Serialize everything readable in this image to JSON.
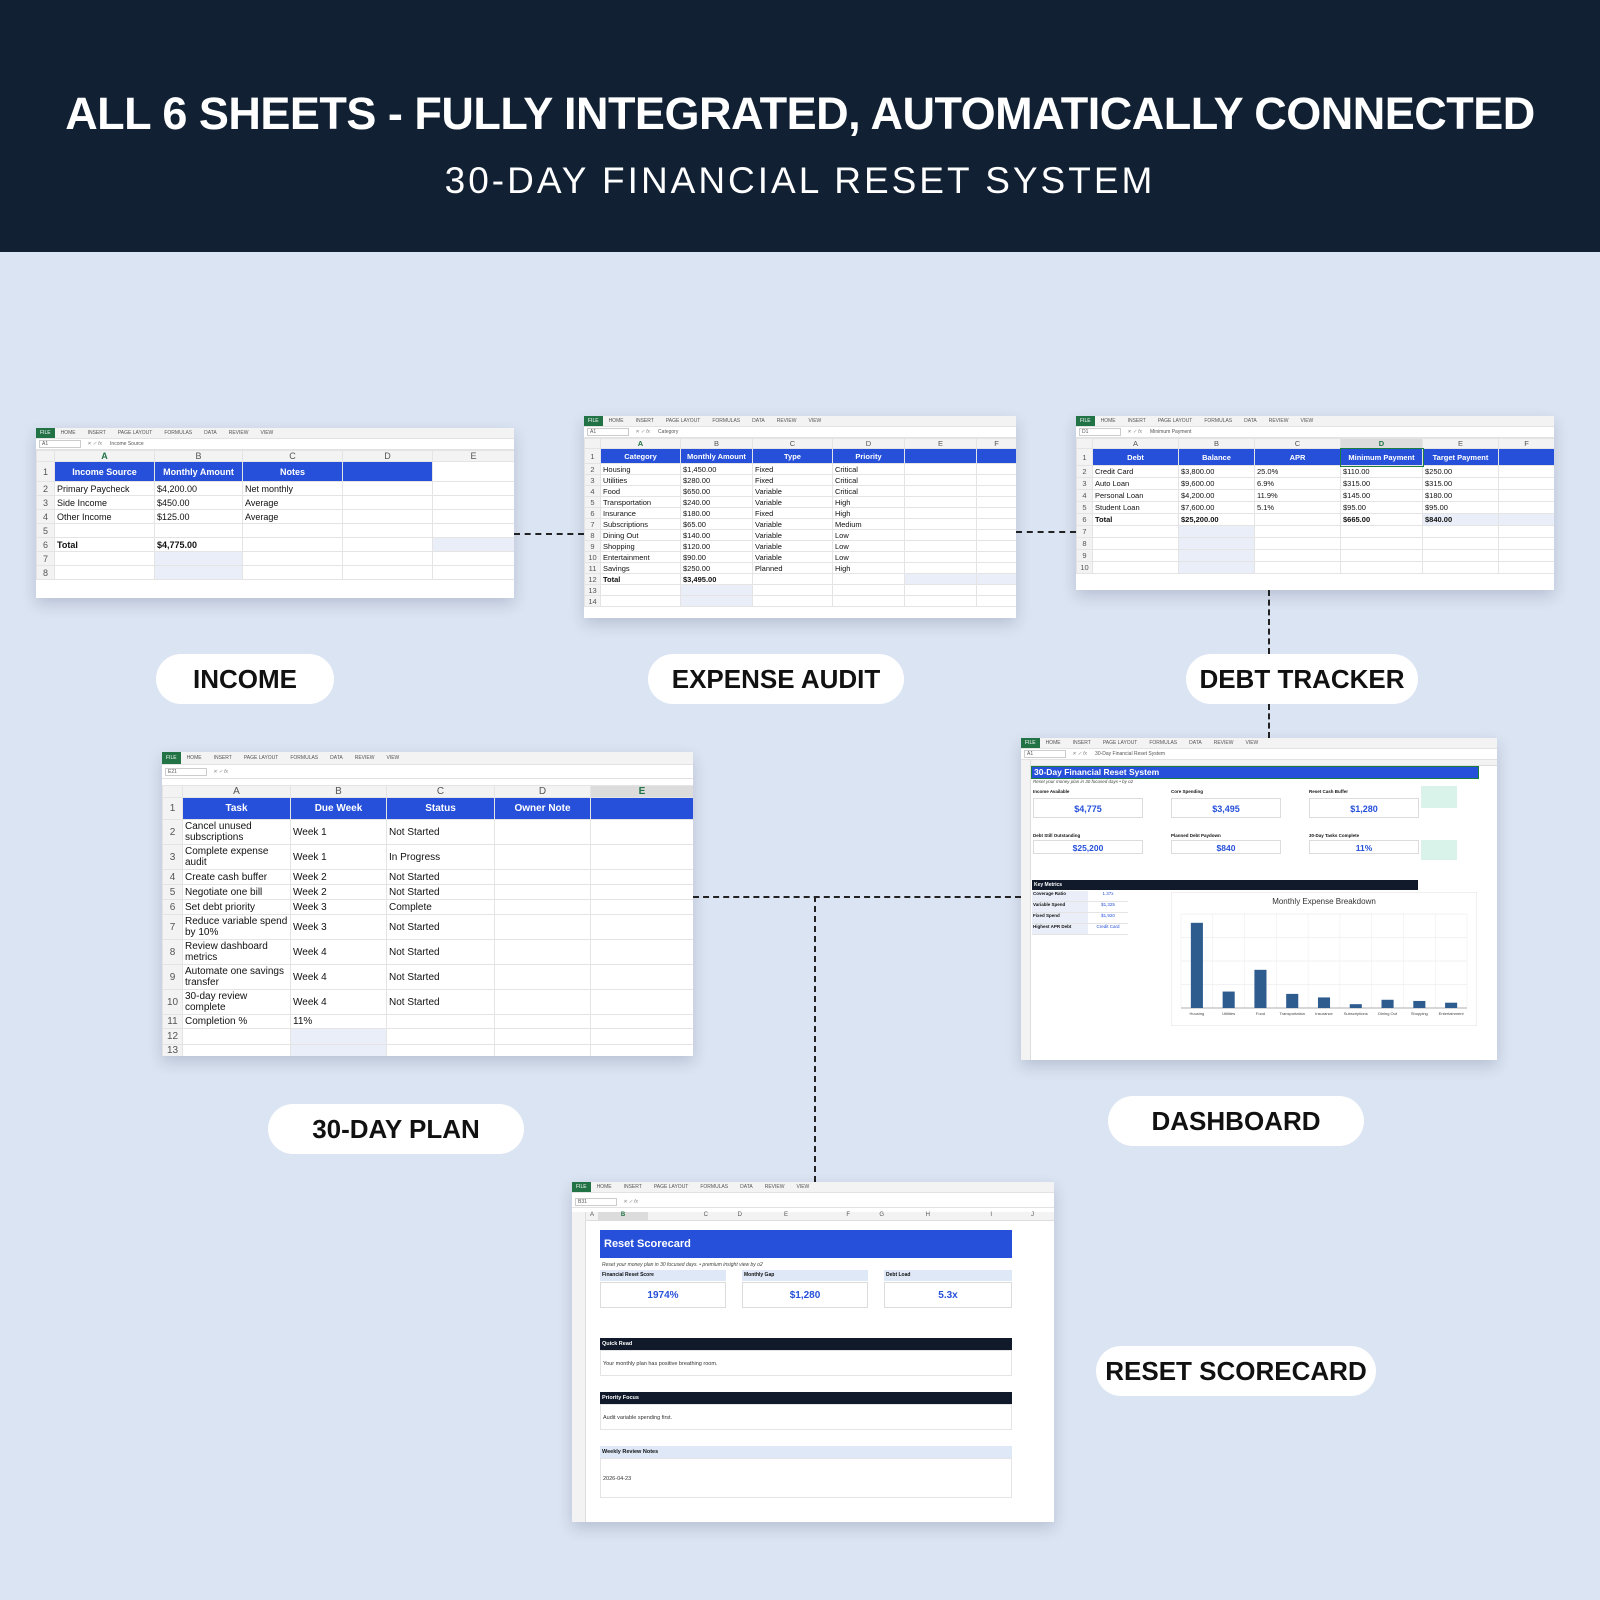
{
  "banner": {
    "title": "ALL 6 SHEETS - FULLY INTEGRATED, AUTOMATICALLY CONNECTED",
    "subtitle": "30-DAY FINANCIAL RESET SYSTEM"
  },
  "ribbon_tabs": [
    "FILE",
    "HOME",
    "INSERT",
    "PAGE LAYOUT",
    "FORMULAS",
    "DATA",
    "REVIEW",
    "VIEW"
  ],
  "labels": {
    "income": "INCOME",
    "expense": "EXPENSE AUDIT",
    "debt": "DEBT TRACKER",
    "plan": "30-DAY PLAN",
    "dashboard": "DASHBOARD",
    "scorecard": "RESET SCORECARD"
  },
  "income_sheet": {
    "name_box": "A1",
    "formula": "Income Source",
    "cols": [
      "A",
      "B",
      "C",
      "D",
      "E"
    ],
    "headers": [
      "Income Source",
      "Monthly Amount",
      "Notes"
    ],
    "rows": [
      [
        "Primary Paycheck",
        "$4,200.00",
        "Net monthly"
      ],
      [
        "Side Income",
        "$450.00",
        "Average"
      ],
      [
        "Other Income",
        "$125.00",
        "Average"
      ],
      [
        "",
        "",
        ""
      ],
      [
        "Total",
        "$4,775.00",
        ""
      ]
    ]
  },
  "expense_sheet": {
    "name_box": "A1",
    "formula": "Category",
    "cols": [
      "A",
      "B",
      "C",
      "D",
      "E",
      "F"
    ],
    "headers": [
      "Category",
      "Monthly Amount",
      "Type",
      "Priority"
    ],
    "rows": [
      [
        "Housing",
        "$1,450.00",
        "Fixed",
        "Critical"
      ],
      [
        "Utilities",
        "$280.00",
        "Fixed",
        "Critical"
      ],
      [
        "Food",
        "$650.00",
        "Variable",
        "Critical"
      ],
      [
        "Transportation",
        "$240.00",
        "Variable",
        "High"
      ],
      [
        "Insurance",
        "$180.00",
        "Fixed",
        "High"
      ],
      [
        "Subscriptions",
        "$65.00",
        "Variable",
        "Medium"
      ],
      [
        "Dining Out",
        "$140.00",
        "Variable",
        "Low"
      ],
      [
        "Shopping",
        "$120.00",
        "Variable",
        "Low"
      ],
      [
        "Entertainment",
        "$90.00",
        "Variable",
        "Low"
      ],
      [
        "Savings",
        "$250.00",
        "Planned",
        "High"
      ],
      [
        "Total",
        "$3,495.00",
        "",
        ""
      ]
    ]
  },
  "debt_sheet": {
    "name_box": "D1",
    "formula": "Minimum Payment",
    "cols": [
      "A",
      "B",
      "C",
      "D",
      "E",
      "F"
    ],
    "headers": [
      "Debt",
      "Balance",
      "APR",
      "Minimum Payment",
      "Target Payment"
    ],
    "rows": [
      [
        "Credit Card",
        "$3,800.00",
        "25.0%",
        "$110.00",
        "$250.00"
      ],
      [
        "Auto Loan",
        "$9,600.00",
        "6.9%",
        "$315.00",
        "$315.00"
      ],
      [
        "Personal Loan",
        "$4,200.00",
        "11.9%",
        "$145.00",
        "$180.00"
      ],
      [
        "Student Loan",
        "$7,600.00",
        "5.1%",
        "$95.00",
        "$95.00"
      ],
      [
        "Total",
        "$25,200.00",
        "",
        "$665.00",
        "$840.00"
      ]
    ]
  },
  "plan_sheet": {
    "name_box": "E21",
    "formula": "",
    "cols": [
      "A",
      "B",
      "C",
      "D",
      "E"
    ],
    "headers": [
      "Task",
      "Due Week",
      "Status",
      "Owner Note"
    ],
    "rows": [
      [
        "Cancel unused subscriptions",
        "Week 1",
        "Not Started"
      ],
      [
        "Complete expense audit",
        "Week 1",
        "In Progress"
      ],
      [
        "Create cash buffer",
        "Week 2",
        "Not Started"
      ],
      [
        "Negotiate one bill",
        "Week 2",
        "Not Started"
      ],
      [
        "Set debt priority",
        "Week 3",
        "Complete"
      ],
      [
        "Reduce variable spend by 10%",
        "Week 3",
        "Not Started"
      ],
      [
        "Review dashboard metrics",
        "Week 4",
        "Not Started"
      ],
      [
        "Automate one savings transfer",
        "Week 4",
        "Not Started"
      ],
      [
        "30-day review complete",
        "Week 4",
        "Not Started"
      ],
      [
        "Completion %",
        "11%",
        ""
      ]
    ]
  },
  "dashboard_sheet": {
    "name_box": "A1",
    "formula": "30-Day Financial Reset System",
    "title": "30-Day Financial Reset System",
    "tagline": "Reset your money plan in 30 focused days • by o2",
    "kpis_row1": [
      {
        "label": "Income Available",
        "value": "$4,775"
      },
      {
        "label": "Core Spending",
        "value": "$3,495"
      },
      {
        "label": "Reset Cash Buffer",
        "value": "$1,280"
      }
    ],
    "kpis_row2": [
      {
        "label": "Debt Still Outstanding",
        "value": "$25,200"
      },
      {
        "label": "Planned Debt Paydown",
        "value": "$840"
      },
      {
        "label": "30-Day Tasks Complete",
        "value": "11%"
      }
    ],
    "key_metrics_title": "Key Metrics",
    "key_metrics": [
      {
        "label": "Coverage Ratio",
        "value": "1.37x"
      },
      {
        "label": "Variable Spend",
        "value": "$1,325"
      },
      {
        "label": "Fixed Spend",
        "value": "$1,920"
      },
      {
        "label": "Highest APR Debt",
        "value": "Credit Card"
      }
    ]
  },
  "chart_data": {
    "type": "bar",
    "title": "Monthly Expense Breakdown",
    "categories": [
      "Housing",
      "Utilities",
      "Food",
      "Transportation",
      "Insurance",
      "Subscriptions",
      "Dining Out",
      "Shopping",
      "Entertainment"
    ],
    "values": [
      1450,
      280,
      650,
      240,
      180,
      65,
      140,
      120,
      90
    ],
    "ylim": [
      0,
      1600
    ],
    "grid": true,
    "color": "#2e5c8f"
  },
  "scorecard_sheet": {
    "name_box": "B31",
    "formula": "",
    "cols": [
      "A",
      "B",
      "C",
      "D",
      "E",
      "F",
      "G",
      "H",
      "I",
      "J"
    ],
    "title": "Reset Scorecard",
    "tagline": "Reset your money plan in 30 focused days. • premium insight view by o2",
    "kpis": [
      {
        "label": "Financial Reset Score",
        "value": "1974%"
      },
      {
        "label": "Monthly Gap",
        "value": "$1,280"
      },
      {
        "label": "Debt Load",
        "value": "5.3x"
      }
    ],
    "quick_read_title": "Quick Read",
    "quick_read_text": "Your monthly plan has positive breathing room.",
    "priority_title": "Priority Focus",
    "priority_text": "Audit variable spending first.",
    "review_title": "Weekly Review Notes",
    "review_text": "2026-04-23"
  },
  "colors": {
    "navy": "#112033",
    "background": "#dbe4f2",
    "header_blue": "#2650d9",
    "excel_green": "#217346",
    "bar": "#2e5c8f"
  }
}
